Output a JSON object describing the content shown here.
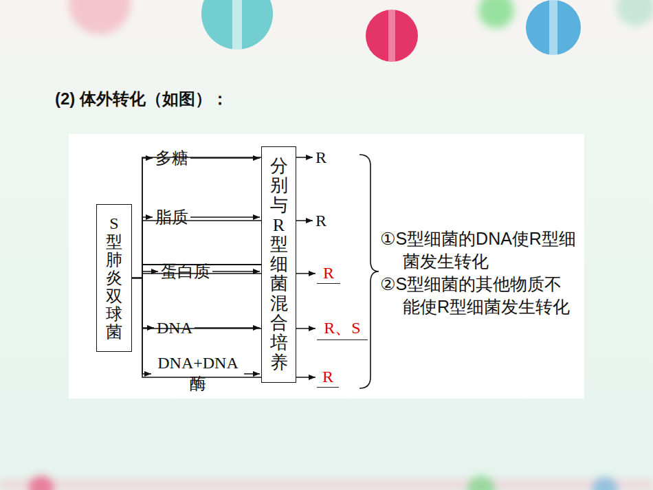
{
  "diagram": {
    "title": "(2) 体外转化（如图）：",
    "nodes": [
      {
        "text": [
          "S型肺炎双球菌"
        ]
      },
      {
        "text": [
          "多糖"
        ]
      },
      {
        "text": [
          "脂质"
        ]
      },
      {
        "text": [
          "蛋白质"
        ]
      },
      {
        "text": [
          "DNA"
        ]
      },
      {
        "text": [
          "DNA+DNA酶"
        ]
      },
      {
        "text": [
          "分别与R型细菌混合培养"
        ]
      },
      {
        "text": [
          "R"
        ]
      },
      {
        "text": [
          "R"
        ]
      },
      {
        "text": [
          "R"
        ]
      },
      {
        "text": [
          "R、S"
        ]
      },
      {
        "text": [
          "R"
        ]
      }
    ],
    "edges": [
      {
        "from": 0,
        "to": 1,
        "arrow": "to"
      },
      {
        "from": 0,
        "to": 2,
        "arrow": "to"
      },
      {
        "from": 0,
        "to": 3,
        "arrow": "to"
      },
      {
        "from": 0,
        "to": 4,
        "arrow": "to"
      },
      {
        "from": 0,
        "to": 5,
        "arrow": "to"
      },
      {
        "from": 1,
        "to": 6,
        "arrow": "to"
      },
      {
        "from": 2,
        "to": 6,
        "arrow": "to"
      },
      {
        "from": 3,
        "to": 6,
        "arrow": "to"
      },
      {
        "from": 4,
        "to": 6,
        "arrow": "to"
      },
      {
        "from": 5,
        "to": 6,
        "arrow": "to"
      },
      {
        "from": 6,
        "to": 7,
        "arrow": "to"
      },
      {
        "from": 6,
        "to": 8,
        "arrow": "to"
      },
      {
        "from": 6,
        "to": 9,
        "arrow": "to"
      },
      {
        "from": 6,
        "to": 10,
        "arrow": "to"
      },
      {
        "from": 6,
        "to": 11,
        "arrow": "to"
      }
    ],
    "labels": [
      "①S型细菌的DNA使R型细菌发生转化",
      "②S型细菌的其他物质不能使R型细菌发生转化"
    ]
  }
}
